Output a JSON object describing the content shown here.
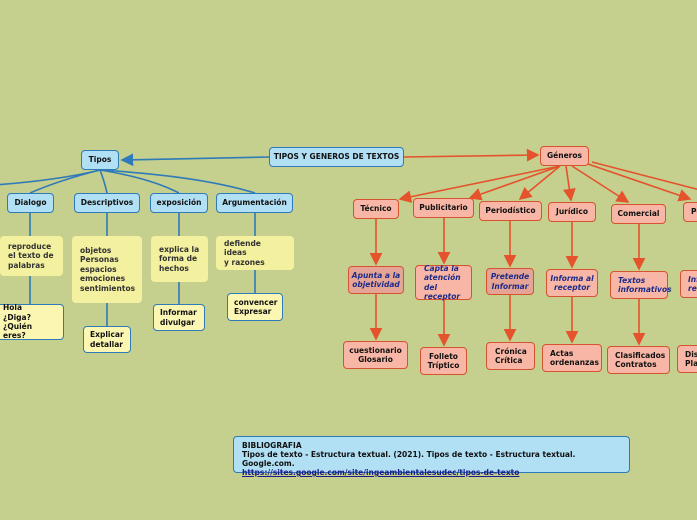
{
  "main": {
    "title": "TIPOS Y GENEROS DE TEXTOS"
  },
  "tipos": {
    "label": "Tipos",
    "items": [
      {
        "label": "Dialogo",
        "description": "reproduce\nel texto de\npalabras",
        "example": "Hola\n¿Diga?\n¿Quién eres?"
      },
      {
        "label": "Descriptivos",
        "description": "objetos\nPersonas\nespacios\nemociones\nsentimientos",
        "example": "Explicar\ndetallar"
      },
      {
        "label": "exposición",
        "description": "explica la\nforma de\nhechos",
        "example": "Informar\ndivulgar"
      },
      {
        "label": "Argumentación",
        "description": "defiende ideas\ny razones",
        "example": "convencer\nExpresar"
      }
    ]
  },
  "generos": {
    "label": "Géneros",
    "items": [
      {
        "label": "Técnico",
        "purpose": "Apunta a la\nobjetividad",
        "example": "cuestionario\nGlosario"
      },
      {
        "label": "Publicitario",
        "purpose": "Capta la\natención\ndel receptor",
        "example": "Folleto\nTríptico"
      },
      {
        "label": "Periodístico",
        "purpose": "Pretende\nInformar",
        "example": "Crónica\nCrítica"
      },
      {
        "label": "Jurídico",
        "purpose": "Informa al\nreceptor",
        "example": "Actas\nordenanzas"
      },
      {
        "label": "Comercial",
        "purpose": "Textos\ninformativos",
        "example": "Clasificados\nContratos"
      },
      {
        "label": "Po",
        "purpose": "Inf\nrec",
        "example": "Dis\nPla"
      }
    ]
  },
  "bibliography": {
    "heading": "BIBLIOGRAFIA",
    "text": "Tipos de texto - Estructura textual. (2021). Tipos de texto - Estructura textual. Google.com.",
    "link": "https://sites.google.com/site/ingeambientalesudec/tipos-de-texto"
  },
  "colors": {
    "background": "#c5cf8e",
    "blue_line": "#2f7ab8",
    "red_line": "#e4532c"
  }
}
